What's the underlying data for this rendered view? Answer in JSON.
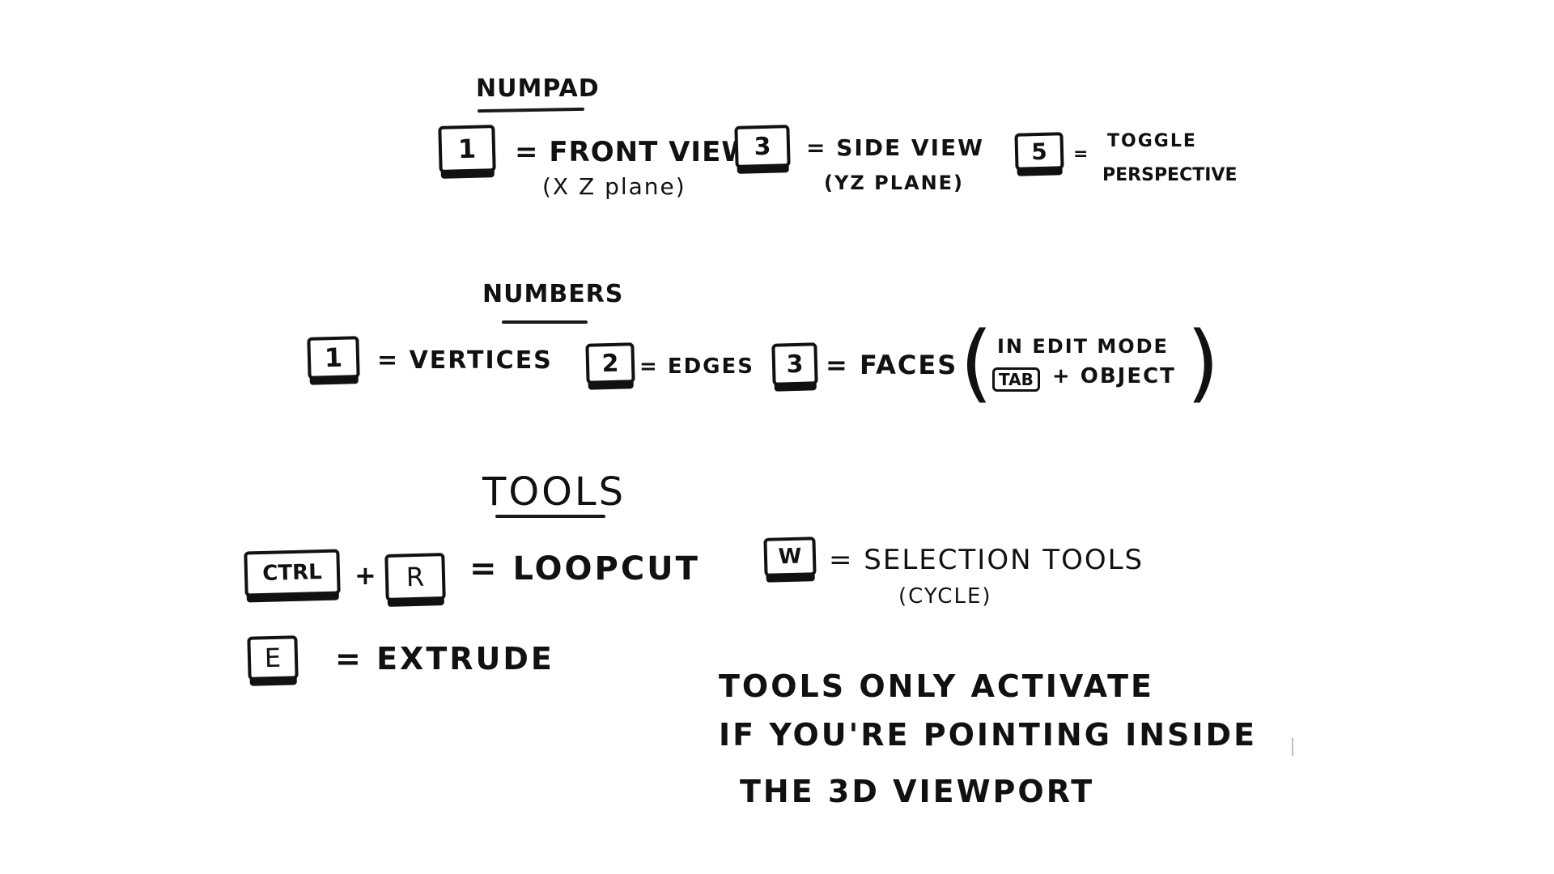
{
  "numpad": {
    "heading": "NUMPAD",
    "key_1": "1",
    "front_view": "= FRONT VIEW",
    "front_view_sub": "(X Z plane)",
    "key_3": "3",
    "side_view": "= SIDE VIEW",
    "side_view_sub": "(YZ PLANE)",
    "key_5": "5",
    "toggle_eq": "=",
    "toggle_line1": "TOGGLE",
    "toggle_line2": "PERSPECTIVE"
  },
  "numbers": {
    "heading": "NUMBERS",
    "key_1": "1",
    "vertices": "= VERTICES",
    "key_2": "2",
    "edges": "= EDGES",
    "key_3": "3",
    "faces": "= FACES",
    "edit_note_line1": "IN EDIT MODE",
    "edit_note_tab": "TAB",
    "edit_note_line2": "+ OBJECT"
  },
  "tools": {
    "heading": "TOOLS",
    "key_ctrl": "CTRL",
    "plus": "+",
    "key_r": "R",
    "loopcut": "= LOOPCUT",
    "key_w": "W",
    "selection_tools": "= SELECTION TOOLS",
    "selection_tools_sub": "(CYCLE)",
    "key_e": "E",
    "extrude": "= EXTRUDE",
    "note_line1": "TOOLS ONLY ACTIVATE",
    "note_line2": "IF YOU'RE POINTING INSIDE",
    "note_line3": "THE 3D VIEWPORT"
  }
}
